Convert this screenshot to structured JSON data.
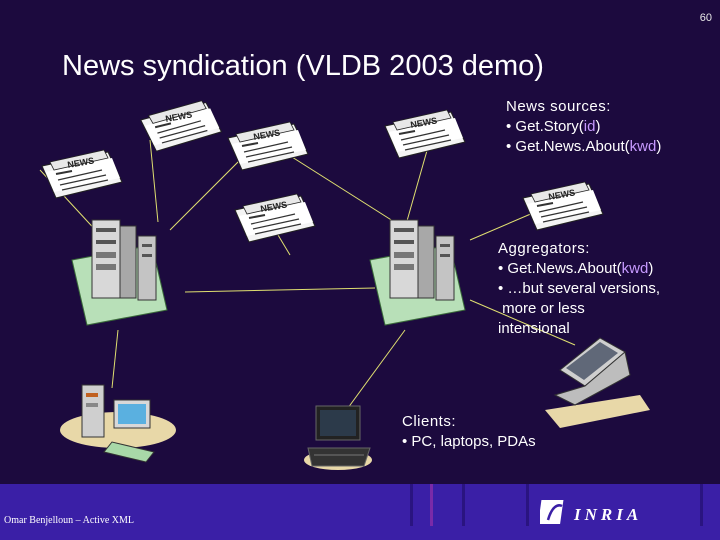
{
  "slide": {
    "number": "60",
    "title": "News syndication (VLDB 2003 demo)"
  },
  "sources": {
    "heading": "News sources:",
    "items": [
      {
        "bullet": "• ",
        "method": "Get.Story(",
        "arg": "id",
        "close": ")"
      },
      {
        "bullet": "• ",
        "method": "Get.News.About(",
        "arg": "kwd",
        "close": ")"
      }
    ]
  },
  "aggregators": {
    "heading": "Aggregators:",
    "item1": {
      "bullet": "• ",
      "method": "Get.News.About(",
      "arg": "kwd",
      "close": ")"
    },
    "line2": "• …but several versions,",
    "line3": " more or less",
    "line4": "intensional"
  },
  "clients": {
    "heading": "Clients:",
    "line": "• PC, laptops, PDAs"
  },
  "newspaper_text": "NEWS",
  "footer": {
    "author": "Omar Benjelloun – Active XML",
    "logo_text": "INRIA"
  },
  "colors": {
    "background": "#1c0a3e",
    "footer": "#3a1fa6",
    "argument": "#c79aff",
    "link_line": "#e0e070"
  }
}
